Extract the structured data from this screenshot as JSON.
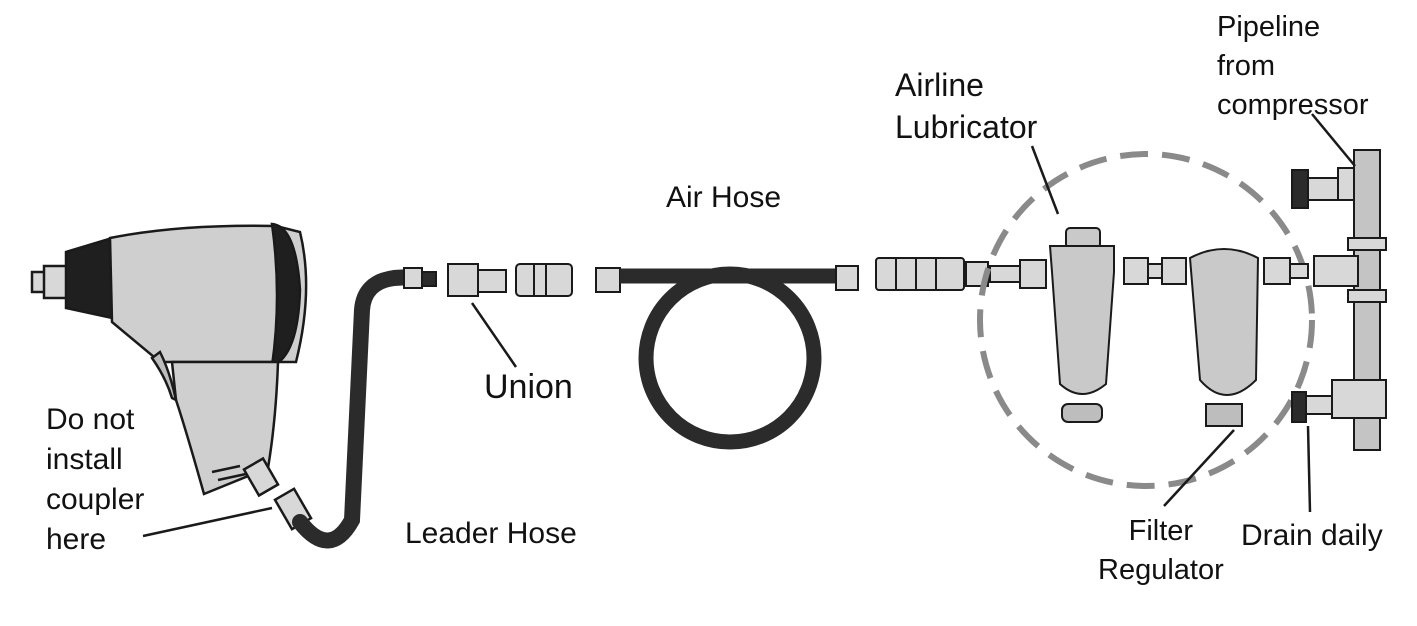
{
  "labels": {
    "pipeline": [
      "Pipeline",
      "from",
      "compressor"
    ],
    "lubricator": [
      "Airline",
      "Lubricator"
    ],
    "air_hose": "Air Hose",
    "union": "Union",
    "leader_hose": "Leader Hose",
    "no_coupler": [
      "Do not",
      "install",
      "coupler",
      "here"
    ],
    "filter_regulator": [
      "Filter",
      "Regulator"
    ],
    "drain": "Drain daily"
  },
  "colors": {
    "line": "#1a1a1a",
    "hose": "#2b2b2b",
    "body_fill": "#c9c9c9",
    "fitting_fill": "#d8d8d8",
    "dashed_circle": "#8a8a8a",
    "pipe_fill": "#c4c4c4"
  }
}
